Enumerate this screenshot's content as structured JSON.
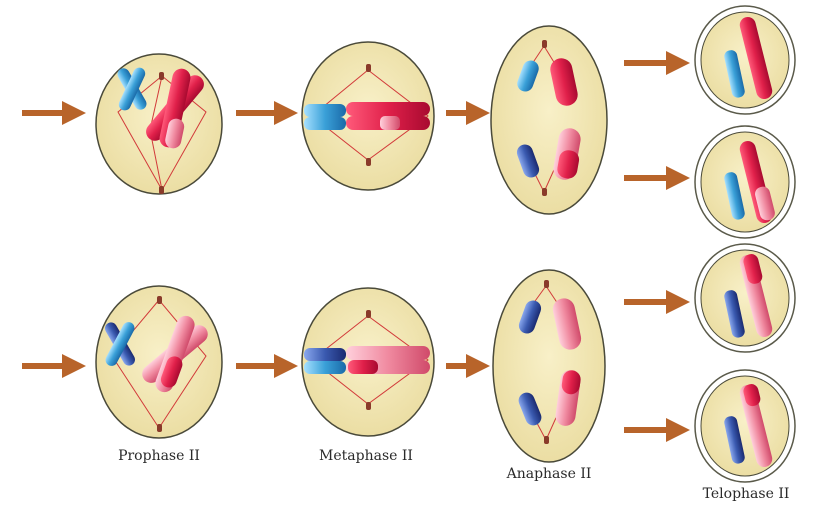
{
  "labels": {
    "prophase": "Prophase II",
    "metaphase": "Metaphase II",
    "anaphase": "Anaphase II",
    "telophase": "Telophase II"
  },
  "colors": {
    "cell_fill": "#f3e8b6",
    "cell_stroke": "#4a4a3a",
    "arrow": "#b8642a",
    "spindle": "#d23a3a",
    "red_chromosome": "#e0204a",
    "pink_chromosome": "#f08aa0",
    "blue_chromosome": "#3aa0d8",
    "navy_chromosome": "#3a5ab0"
  }
}
